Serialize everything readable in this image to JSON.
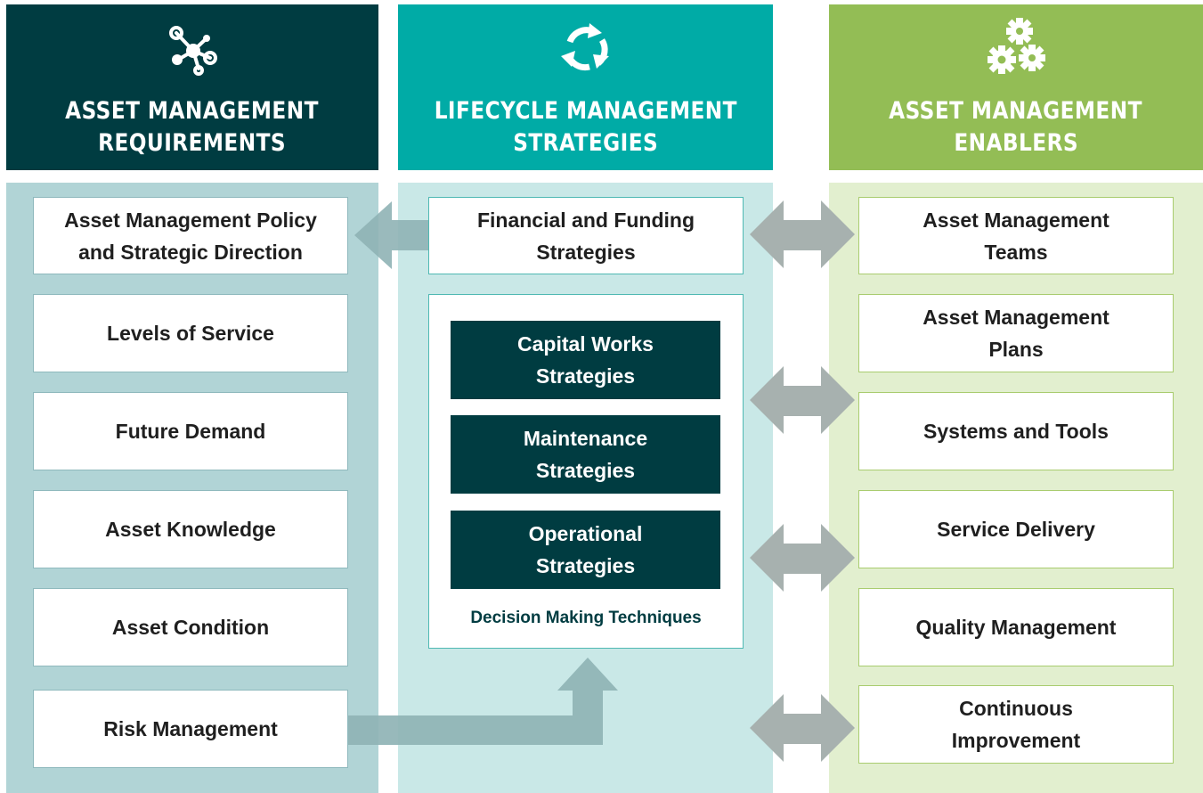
{
  "colors": {
    "left_header": "#003c41",
    "mid_header": "#00aba6",
    "right_header": "#93bd55",
    "left_panel": "#b1d4d6",
    "mid_panel": "#c9e8e7",
    "right_panel": "#e2efcf",
    "inner_dark": "#003c41",
    "arrow_gray": "#a7b1af",
    "arrow_teal": "#8fb3b5"
  },
  "columns": {
    "left": {
      "icon": "network-icon",
      "title_line1": "ASSET MANAGEMENT",
      "title_line2": "REQUIREMENTS",
      "items": [
        {
          "line1": "Asset Management Policy",
          "line2": "and Strategic Direction"
        },
        {
          "line1": "Levels of Service",
          "line2": ""
        },
        {
          "line1": "Future Demand",
          "line2": ""
        },
        {
          "line1": "Asset Knowledge",
          "line2": ""
        },
        {
          "line1": "Asset Condition",
          "line2": ""
        },
        {
          "line1": "Risk Management",
          "line2": ""
        }
      ]
    },
    "middle": {
      "icon": "cycle-icon",
      "title_line1": "LIFECYCLE MANAGEMENT",
      "title_line2": "STRATEGIES",
      "top_box": {
        "line1": "Financial and Funding",
        "line2": "Strategies"
      },
      "strategies": [
        {
          "line1": "Capital Works",
          "line2": "Strategies"
        },
        {
          "line1": "Maintenance",
          "line2": "Strategies"
        },
        {
          "line1": "Operational",
          "line2": "Strategies"
        }
      ],
      "caption": "Decision Making Techniques"
    },
    "right": {
      "icon": "gears-icon",
      "title_line1": "ASSET MANAGEMENT",
      "title_line2": "ENABLERS",
      "items": [
        {
          "line1": "Asset Management",
          "line2": "Teams"
        },
        {
          "line1": "Asset Management",
          "line2": "Plans"
        },
        {
          "line1": "Systems and Tools",
          "line2": ""
        },
        {
          "line1": "Service Delivery",
          "line2": ""
        },
        {
          "line1": "Quality Management",
          "line2": ""
        },
        {
          "line1": "Continuous",
          "line2": "Improvement"
        }
      ]
    }
  }
}
